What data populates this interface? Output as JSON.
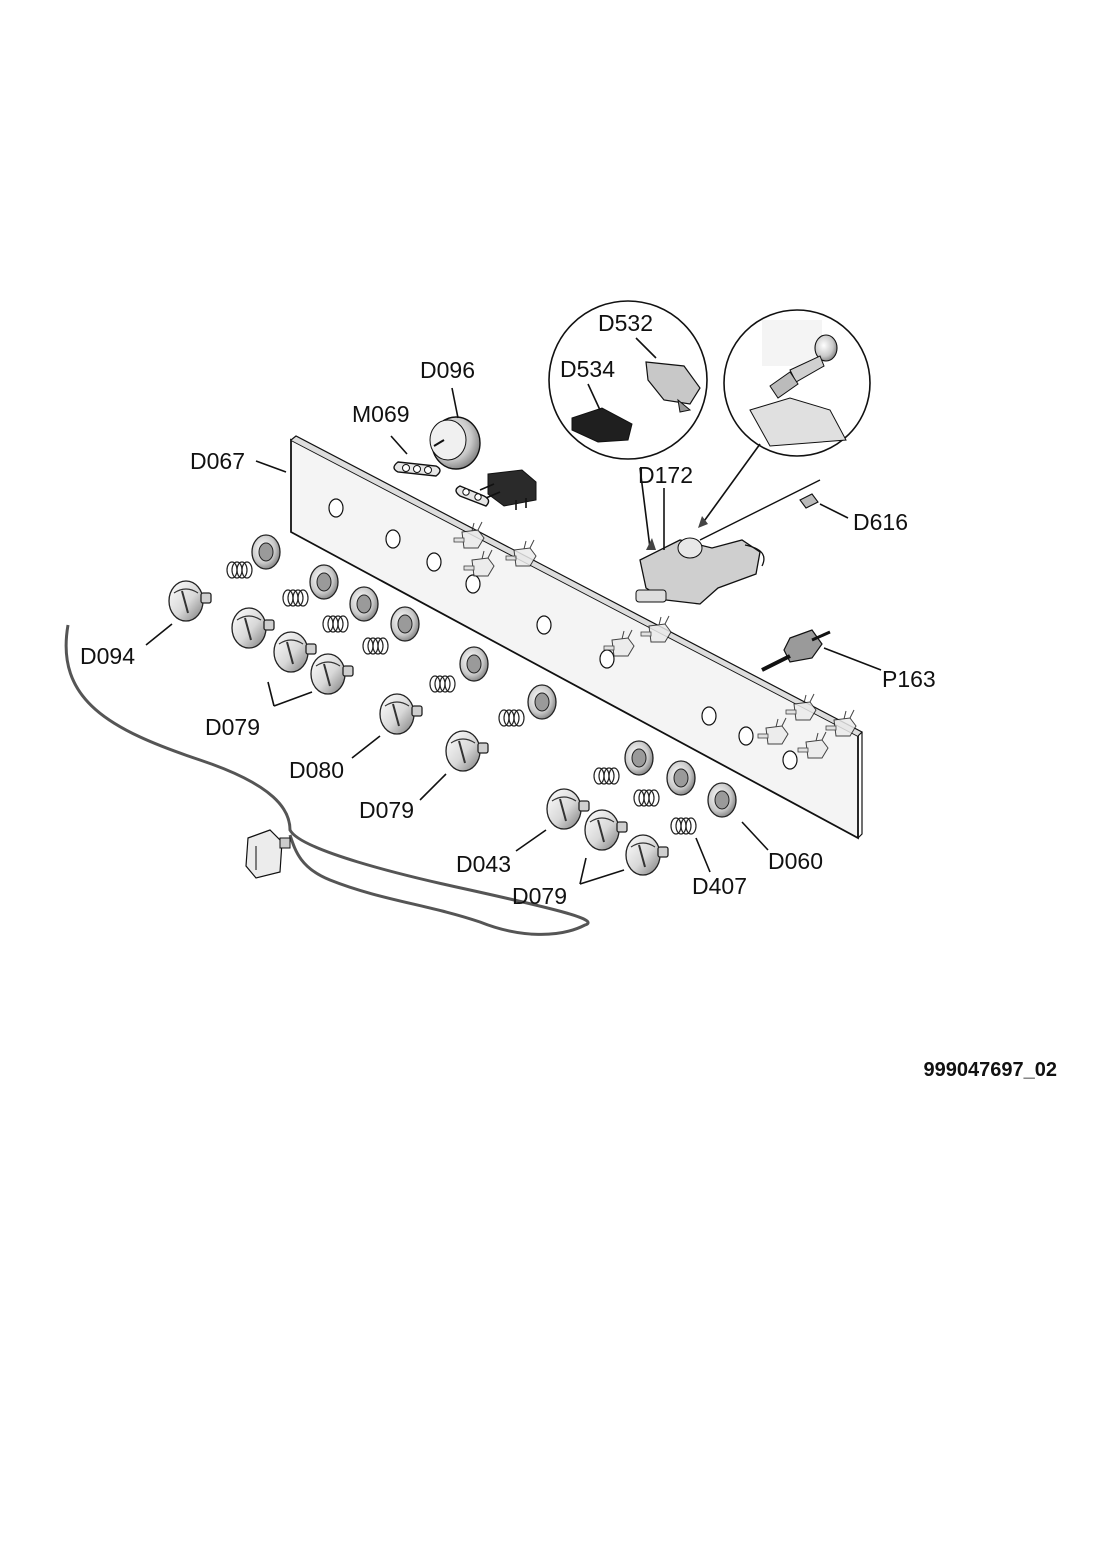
{
  "diagram": {
    "labels": {
      "d532": "D532",
      "d534": "D534",
      "d096": "D096",
      "m069": "M069",
      "d067": "D067",
      "d172": "D172",
      "d616": "D616",
      "d094": "D094",
      "p163": "P163",
      "d079_a": "D079",
      "d080": "D080",
      "d079_b": "D079",
      "d043": "D043",
      "d060": "D060",
      "d407": "D407",
      "d079_c": "D079"
    },
    "document_number": "999047697_02"
  },
  "colors": {
    "line": "#111111",
    "panel_fill": "#f4f4f4",
    "knob_fill": "#e8e8e8",
    "bracket": "#555555"
  }
}
